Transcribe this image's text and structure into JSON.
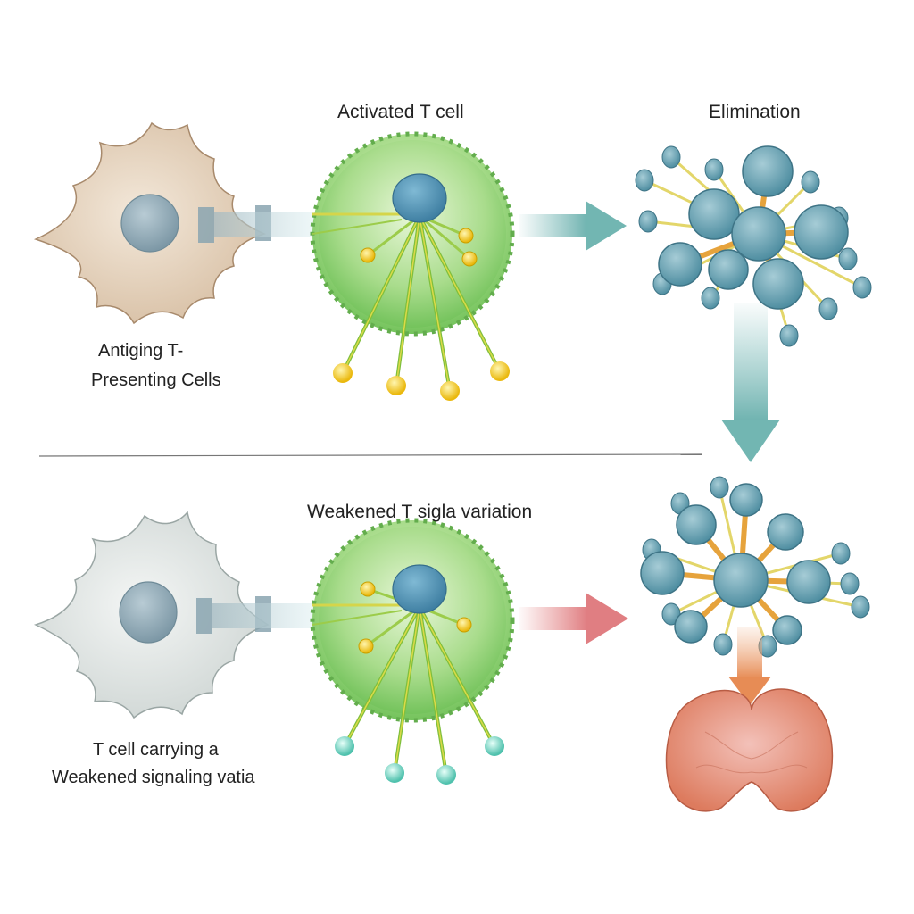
{
  "labels": {
    "activated_t_cell": "Activated T cell",
    "elimination": "Elimination",
    "apc_line1": "Antiging T-",
    "apc_line2": "Presenting Cells",
    "weakened_title": "Weakened T sigla variation",
    "weak_line1": "T cell carrying a",
    "weak_line2": "Weakened signaling vatia"
  },
  "colors": {
    "apc_top": "#e3d2bd",
    "apc_bottom": "#e4e7e6",
    "nucleus": "#8fa9b6",
    "t_cell": "#a8dc8a",
    "t_nucleus": "#4f91b3",
    "arrow_teal": "#7fbcba",
    "arrow_red": "#e58b8b",
    "arrow_orange": "#e7a06a",
    "cluster_cell": "#6fa3b3",
    "bead_yellow": "#f2c817",
    "bead_teal": "#6fd1c1",
    "organ": "#e48a6e"
  }
}
